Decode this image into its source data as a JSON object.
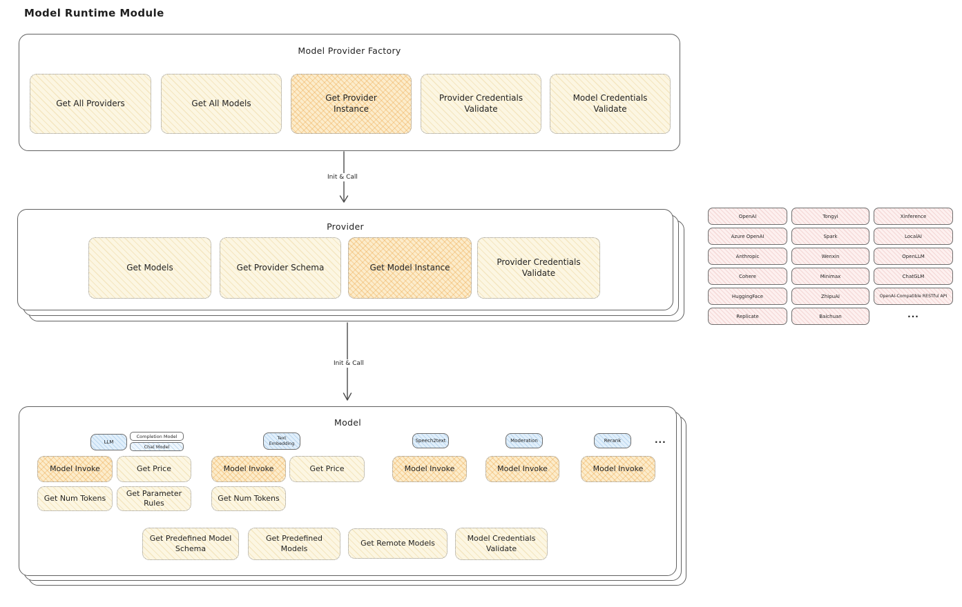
{
  "title": "Model Runtime Module",
  "arrows": {
    "label1": "Init & Call",
    "label2": "Init & Call"
  },
  "factory": {
    "title": "Model Provider Factory",
    "methods": [
      {
        "label": "Get All Providers"
      },
      {
        "label": "Get All Models"
      },
      {
        "label": "Get Provider Instance"
      },
      {
        "label": "Provider Credentials Validate"
      },
      {
        "label": "Model Credentials Validate"
      }
    ]
  },
  "provider": {
    "title": "Provider",
    "methods": [
      {
        "label": "Get Models"
      },
      {
        "label": "Get Provider Schema"
      },
      {
        "label": "Get Model Instance"
      },
      {
        "label": "Provider Credentials Validate"
      }
    ]
  },
  "vendors": {
    "items": [
      "OpenAI",
      "Tongyi",
      "Xinference",
      "Azure OpenAI",
      "Spark",
      "LocalAI",
      "Anthropic",
      "Wenxin",
      "OpenLLM",
      "Cohere",
      "Minimax",
      "ChatGLM",
      "HuggingFace",
      "ZhipuAI",
      "OpenAI-Compatible RESTful API",
      "Replicate",
      "Baichuan"
    ],
    "more": "..."
  },
  "model": {
    "title": "Model",
    "tabs": {
      "llm": "LLM",
      "completion": "Completion Model",
      "chat": "Chat Model",
      "text_embedding": "Text Embedding",
      "speech2text": "Speech2text",
      "moderation": "Moderation",
      "rerank": "Rerank",
      "more": "..."
    },
    "methods": {
      "model_invoke": "Model Invoke",
      "get_price": "Get Price",
      "get_num_tokens": "Get Num Tokens",
      "get_parameter_rules": "Get Parameter Rules",
      "get_predefined_model_schema": "Get Predefined Model Schema",
      "get_predefined_models": "Get Predefined Models",
      "get_remote_models": "Get Remote Models",
      "model_credentials_validate": "Model Credentials Validate"
    }
  },
  "colors": {
    "ink": "#1f1f1f",
    "stroke": "#5f5f5f",
    "dash": "#8f8f8f",
    "edge": "#6d6d6d",
    "cream_base": "#fcf6e2",
    "orange_base": "#fceccb",
    "pink_base": "#fdf0ef",
    "blue_base": "#e1effb"
  }
}
